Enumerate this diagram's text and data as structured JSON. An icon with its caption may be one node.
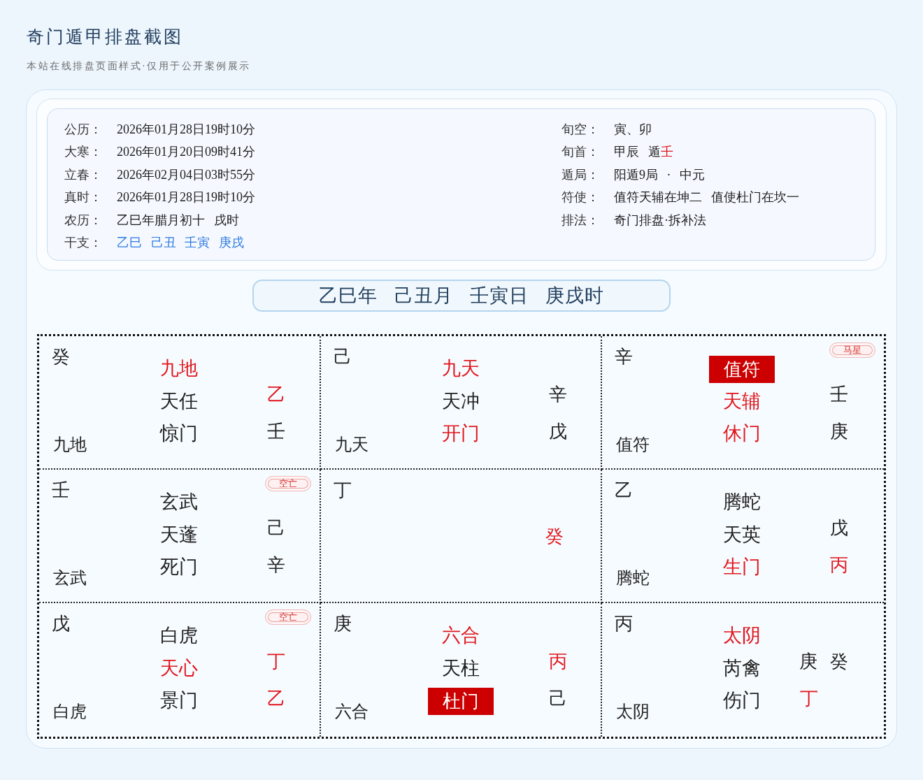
{
  "diagram": {
    "title": "奇门遁甲排盘截图",
    "nodes": [
      {
        "text": [
          "公历：",
          "2026年01月28日19时10分",
          "旬空：",
          "寅、卯",
          "大寒：",
          "2026年01月20日09时41分",
          "旬首：",
          "甲辰 遁壬",
          "立春：",
          "2026年02月04日03时55分",
          "遁局：",
          "阳遁9局 · 中元",
          "真时：",
          "2026年01月28日19时10分",
          "符使：",
          "值符天辅在坤二 值使杜门在坎一",
          "农历：",
          "乙巳年腊月初十 戌时",
          "排法：",
          "奇门排盘·拆补法",
          "干支：",
          "乙巳 己丑 壬寅 庚戌"
        ]
      },
      {
        "text": [
          "乙巳年 己丑月 壬寅日 庚戌时"
        ]
      },
      {
        "text": [
          "癸",
          "九地",
          "天任",
          "惊门",
          "乙",
          "壬",
          "九地"
        ]
      },
      {
        "text": [
          "己",
          "九天",
          "天冲",
          "开门",
          "辛",
          "戊",
          "九天"
        ]
      },
      {
        "text": [
          "辛",
          "天辅",
          "休门",
          "壬",
          "庚",
          "值符"
        ]
      },
      {
        "text": [
          "值符"
        ],
        "in": 4
      },
      {
        "text": [
          "马星"
        ],
        "in": 4
      },
      {
        "text": [
          "壬",
          "玄武",
          "天蓬",
          "死门",
          "己",
          "辛",
          "玄武"
        ]
      },
      {
        "text": [
          "空亡"
        ],
        "in": 7
      },
      {
        "text": [
          "丁",
          "癸"
        ]
      },
      {
        "text": [
          "乙",
          "腾蛇",
          "天英",
          "生门",
          "戊",
          "丙",
          "腾蛇"
        ]
      },
      {
        "text": [
          "戊",
          "白虎",
          "天心",
          "景门",
          "丁",
          "乙",
          "白虎"
        ]
      },
      {
        "text": [
          "空亡"
        ],
        "in": 11
      },
      {
        "text": [
          "庚",
          "六合",
          "天柱",
          "丙",
          "己",
          "六合"
        ]
      },
      {
        "text": [
          "杜门"
        ],
        "in": 13
      },
      {
        "text": [
          "丙",
          "太阴",
          "芮禽",
          "伤门",
          "庚",
          "癸",
          "丁",
          "太阴"
        ]
      }
    ],
    "labels": [
      "本站在线排盘页面样式·仅用于公开案例展示"
    ]
  }
}
